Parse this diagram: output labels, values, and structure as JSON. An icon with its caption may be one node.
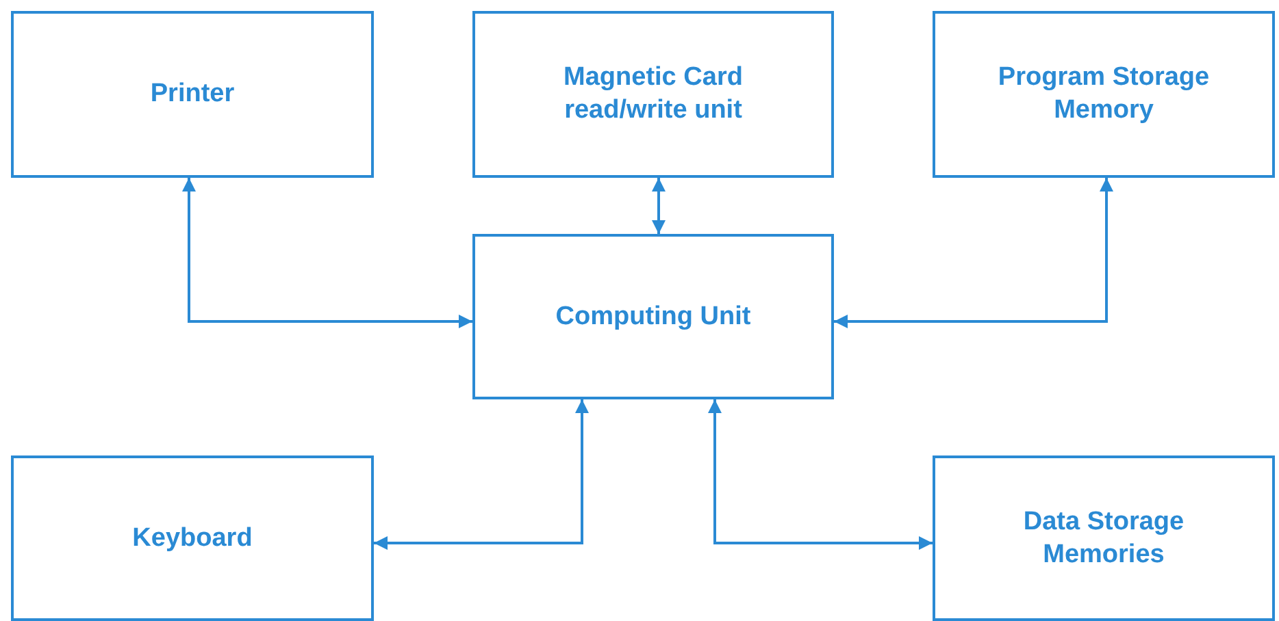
{
  "diagram": {
    "nodes": [
      {
        "text": [
          "Printer"
        ]
      },
      {
        "text": [
          "Magnetic Card read/write unit"
        ]
      },
      {
        "text": [
          "Program Storage Memory"
        ]
      },
      {
        "text": [
          "Computing Unit"
        ]
      },
      {
        "text": [
          "Keyboard"
        ]
      },
      {
        "text": [
          "Data Storage Memories"
        ]
      }
    ],
    "edges": [
      {
        "from": 0,
        "to": 3,
        "arrow": "both"
      },
      {
        "from": 1,
        "to": 3,
        "arrow": "both"
      },
      {
        "from": 2,
        "to": 3,
        "arrow": "both"
      },
      {
        "from": 4,
        "to": 3,
        "arrow": "both"
      },
      {
        "from": 5,
        "to": 3,
        "arrow": "both"
      }
    ]
  }
}
